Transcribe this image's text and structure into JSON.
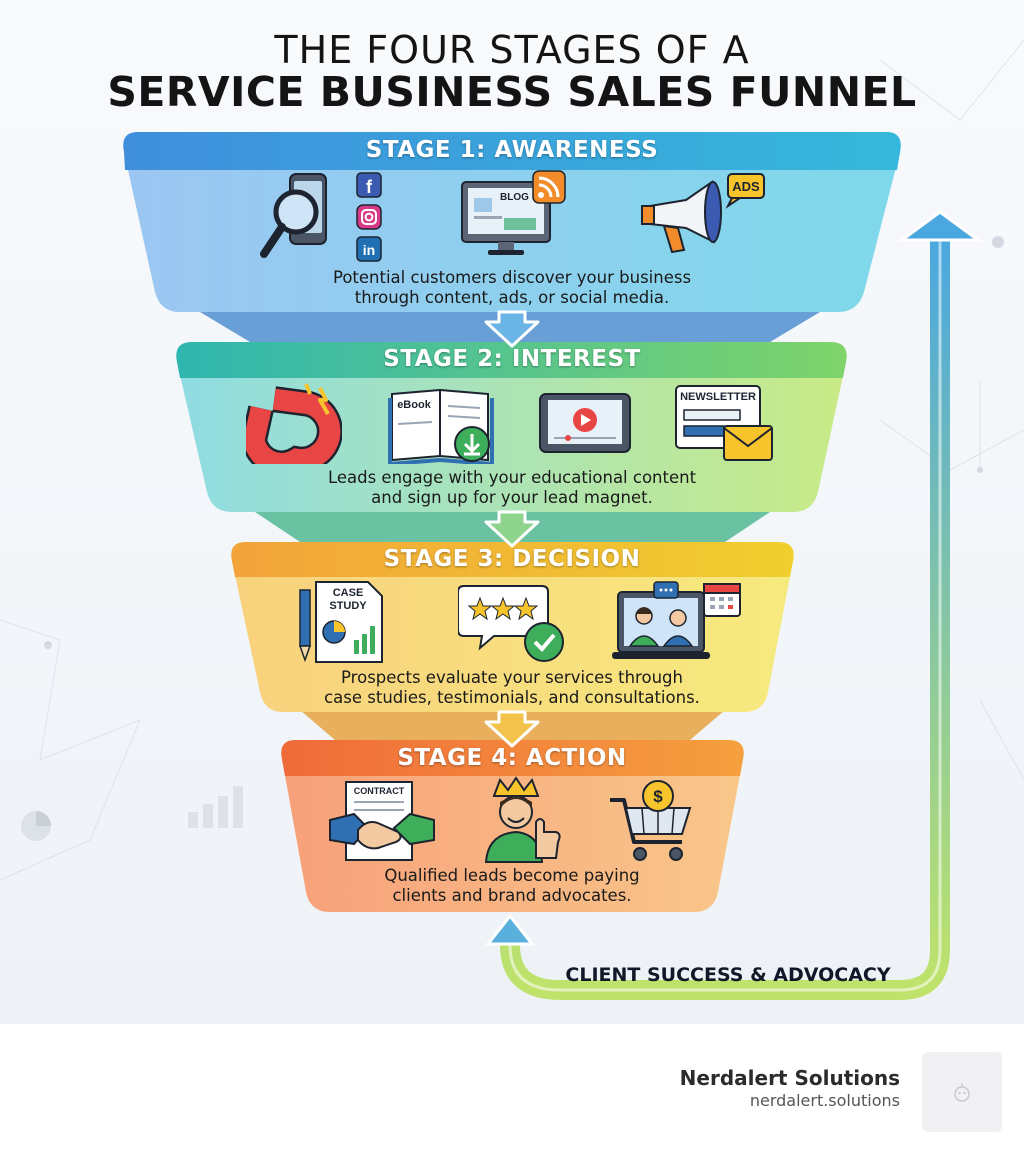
{
  "title": {
    "line1": "THE FOUR STAGES OF A",
    "line2": "SERVICE BUSINESS SALES FUNNEL"
  },
  "stages": [
    {
      "title": "STAGE 1: AWARENESS",
      "description_lines": [
        "Potential customers discover your business",
        "through content, ads, or social media."
      ],
      "icons": [
        "magnifier-phone-icon",
        "facebook-icon",
        "instagram-icon",
        "linkedin-icon",
        "blog-monitor-icon",
        "rss-icon",
        "megaphone-icon"
      ],
      "icon_labels": {
        "blog": "BLOG",
        "ads": "ADS",
        "facebook": "f",
        "linkedin": "in"
      },
      "colors": {
        "band_start": "#3f8fdc",
        "band_end": "#35b8db",
        "body_start": "#9cc6f2",
        "body_end": "#7fd9ea"
      }
    },
    {
      "title": "STAGE 2: INTEREST",
      "description_lines": [
        "Leads engage with your educational content",
        "and sign up for your lead magnet."
      ],
      "icons": [
        "magnet-icon",
        "ebook-download-icon",
        "video-tablet-icon",
        "newsletter-envelope-icon"
      ],
      "icon_labels": {
        "ebook": "eBook",
        "newsletter": "NEWSLETTER"
      },
      "colors": {
        "band_start": "#2fb6b0",
        "band_end": "#7fd46a",
        "body_start": "#8fdce3",
        "body_end": "#c9eb86"
      }
    },
    {
      "title": "STAGE 3: DECISION",
      "description_lines": [
        "Prospects evaluate your services through",
        "case studies, testimonials, and consultations."
      ],
      "icons": [
        "case-study-icon",
        "pencil-icon",
        "testimonial-stars-icon",
        "video-consultation-icon",
        "calendar-icon"
      ],
      "icon_labels": {
        "case_study_1": "CASE",
        "case_study_2": "STUDY"
      },
      "colors": {
        "band_start": "#f2a33a",
        "band_end": "#f0cf2e",
        "body_start": "#f9d17e",
        "body_end": "#f6ea7e"
      }
    },
    {
      "title": "STAGE 4: ACTION",
      "description_lines": [
        "Qualified leads become paying",
        "clients and brand advocates."
      ],
      "icons": [
        "contract-handshake-icon",
        "crowned-client-icon",
        "shopping-cart-dollar-icon"
      ],
      "icon_labels": {
        "contract": "CONTRACT",
        "dollar": "$"
      },
      "colors": {
        "band_start": "#f06a3a",
        "band_end": "#f5a03e",
        "body_start": "#f7a07a",
        "body_end": "#f9c78a"
      }
    }
  ],
  "loop": {
    "label": "CLIENT SUCCESS & ADVOCACY",
    "colors": {
      "top": "#4aa7e0",
      "bottom": "#bfe36a"
    }
  },
  "footer": {
    "brand": "Nerdalert Solutions",
    "domain": "nerdalert.solutions"
  }
}
